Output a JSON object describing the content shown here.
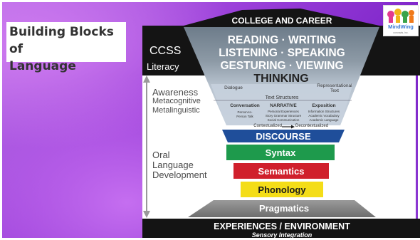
{
  "slide": {
    "title_line1": "Building Blocks of",
    "title_line2": "Language"
  },
  "logo": {
    "name": "MindWing",
    "sub": "concepts, inc."
  },
  "diagram": {
    "top_label": "COLLEGE AND CAREER",
    "ccss": "CCSS",
    "literacy": "Literacy",
    "skills_line1": "READING · WRITING",
    "skills_line2": "LISTENING · SPEAKING",
    "skills_line3": "GESTURING · VIEWING",
    "thinking": "THINKING",
    "dialogue": "Dialogue",
    "representational": "Representational",
    "representational2": "Text",
    "text_structures": "Text  Structures",
    "col1_head": "Conversation",
    "col1_body1": "Person-to-",
    "col1_body2": "Person Talk",
    "col2_head": "NARRATIVE",
    "col2_body1": "Personal Experiences",
    "col2_body2": "Story Grammar Structure",
    "col2_body3": "Social Communication",
    "col3_head": "Exposition",
    "col3_body1": "Information Structures",
    "col3_body2": "Academic Vocabulary",
    "col3_body3": "Academic Language",
    "contextualized": "Contextualized",
    "decontextualized": "Decontextualized",
    "awareness": "Awareness",
    "metacognitive": "Metacognitive",
    "metalinguistic": "Metalinguistic",
    "oral": "Oral",
    "language": "Language",
    "development": "Development",
    "discourse": "DISCOURSE",
    "syntax": "Syntax",
    "semantics": "Semantics",
    "phonology": "Phonology",
    "pragmatics": "Pragmatics",
    "experiences": "EXPERIENCES / ENVIRONMENT",
    "sensory": "Sensory  Integration"
  },
  "colors": {
    "syntax": "#1e9a4c",
    "semantics": "#d0202c",
    "phonology": "#f4dd18",
    "discourse": "#1f4e9a",
    "pragmatics": "#858585"
  }
}
